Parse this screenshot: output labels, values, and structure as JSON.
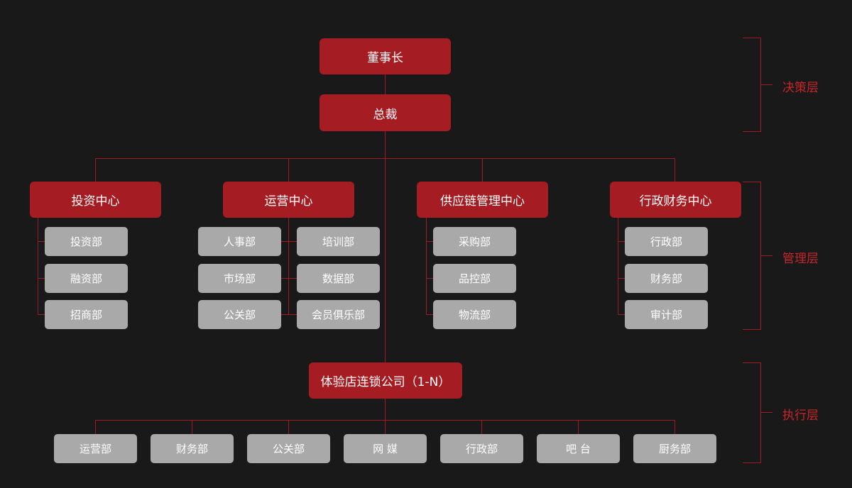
{
  "colors": {
    "background": "#1a1919",
    "red": "#a51c23",
    "gray": "#a9a9a9",
    "line": "#9b1c22"
  },
  "nodes": {
    "chairman": "董事长",
    "president": "总裁",
    "centers": [
      "投资中心",
      "运营中心",
      "供应链管理中心",
      "行政财务中心"
    ],
    "investment_depts": [
      "投资部",
      "融资部",
      "招商部"
    ],
    "operations_left": [
      "人事部",
      "市场部",
      "公关部"
    ],
    "operations_right": [
      "培训部",
      "数据部",
      "会员俱乐部"
    ],
    "supply_chain_depts": [
      "采购部",
      "品控部",
      "物流部"
    ],
    "admin_finance_depts": [
      "行政部",
      "财务部",
      "审计部"
    ],
    "store_company": "体验店连锁公司（1-N）",
    "store_depts": [
      "运营部",
      "财务部",
      "公关部",
      "网 媒",
      "行政部",
      "吧 台",
      "厨务部"
    ]
  },
  "layers": [
    "决策层",
    "管理层",
    "执行层"
  ]
}
